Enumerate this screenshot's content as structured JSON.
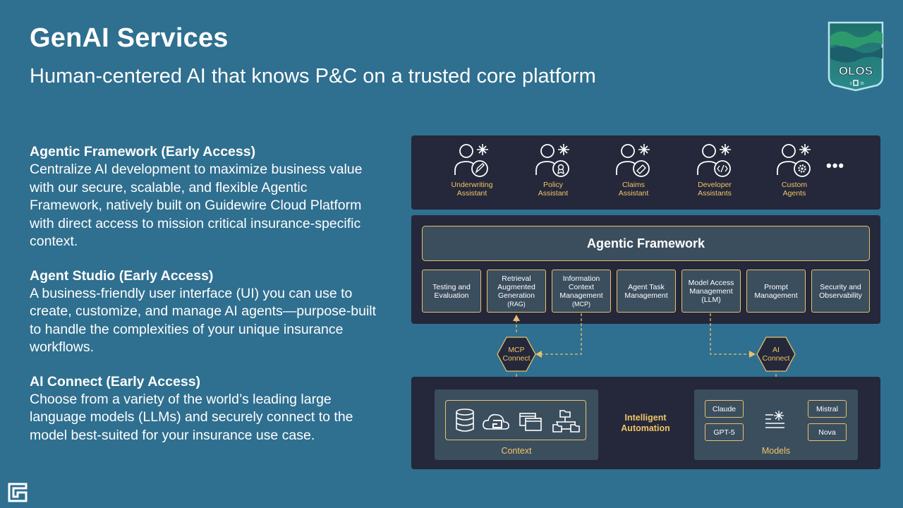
{
  "header": {
    "title": "GenAI Services",
    "subtitle": "Human-centered AI that knows P&C on a trusted core platform"
  },
  "badge": {
    "text": "OLOS",
    "year_left": "2",
    "year_right": "25"
  },
  "sections": [
    {
      "heading": "Agentic Framework (Early Access)",
      "body": "Centralize AI development to maximize business value with our secure, scalable, and flexible Agentic Framework, natively built on Guidewire Cloud Platform with direct access to mission critical insurance-specific context."
    },
    {
      "heading": "Agent Studio (Early Access)",
      "body": "A business-friendly user interface (UI) you can use to create, customize, and manage AI agents—purpose-built to handle the complexities of your unique insurance workflows."
    },
    {
      "heading": "AI Connect (Early Access)",
      "body": "Choose from a variety of the world’s leading large language models (LLMs) and securely connect to the model best-suited for your insurance use case."
    }
  ],
  "diagram": {
    "agents": [
      {
        "line1": "Underwriting",
        "line2": "Assistant",
        "icon": "edit-icon"
      },
      {
        "line1": "Policy",
        "line2": "Assistant",
        "icon": "certificate-icon"
      },
      {
        "line1": "Claims",
        "line2": "Assistant",
        "icon": "eraser-icon"
      },
      {
        "line1": "Developer",
        "line2": "Assistants",
        "icon": "code-icon"
      },
      {
        "line1": "Custom",
        "line2": "Agents",
        "icon": "gear-icon"
      }
    ],
    "more": "•••",
    "framework": {
      "title": "Agentic Framework",
      "boxes": [
        {
          "line1": "Testing and",
          "line2": "Evaluation"
        },
        {
          "line1": "Retrieval",
          "line2": "Augmented",
          "line3": "Generation",
          "line4": "(RAG)"
        },
        {
          "line1": "Information",
          "line2": "Context",
          "line3": "Management",
          "line4": "(MCP)"
        },
        {
          "line1": "Agent Task",
          "line2": "Management"
        },
        {
          "line1": "Model Access",
          "line2": "Management",
          "line3": "(LLM)"
        },
        {
          "line1": "Prompt",
          "line2": "Management"
        },
        {
          "line1": "Security and",
          "line2": "Observability"
        }
      ]
    },
    "mcp_connect": {
      "line1": "MCP",
      "line2": "Connect"
    },
    "ai_connect": {
      "line1": "AI",
      "line2": "Connect"
    },
    "context_label": "Context",
    "intelligent": {
      "line1": "Intelligent",
      "line2": "Automation"
    },
    "models_label": "Models",
    "models": [
      "Claude",
      "GPT-5",
      "Mistral",
      "Nova"
    ]
  },
  "colors": {
    "background": "#2f6f8f",
    "panel": "#24283a",
    "inner": "#3b4e5e",
    "accent": "#e8c06a"
  }
}
